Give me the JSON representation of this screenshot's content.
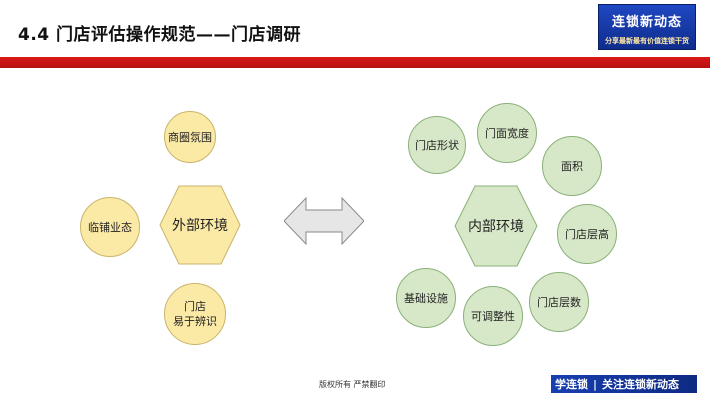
{
  "header": {
    "title": "4.4  门店评估操作规范——门店调研",
    "logo_main": "连锁新动态",
    "logo_sub": "分享最新最有价值连锁干货"
  },
  "diagram": {
    "external": {
      "center": "外部环境",
      "nodes": [
        "商圈氛围",
        "临铺业态",
        "门店\n易于辨识"
      ]
    },
    "internal": {
      "center": "内部环境",
      "nodes": [
        "门店形状",
        "门面宽度",
        "面积",
        "门店层高",
        "门店层数",
        "可调整性",
        "基础设施"
      ]
    }
  },
  "footer": {
    "copyright": "版权所有  严禁翻印",
    "banner_left": "学连锁",
    "banner_right": "关注连锁新动态"
  },
  "colors": {
    "external_fill": "#fbe9a6",
    "internal_fill": "#d7e8c8",
    "accent_red": "#c81414",
    "brand_blue": "#1a3fae"
  }
}
